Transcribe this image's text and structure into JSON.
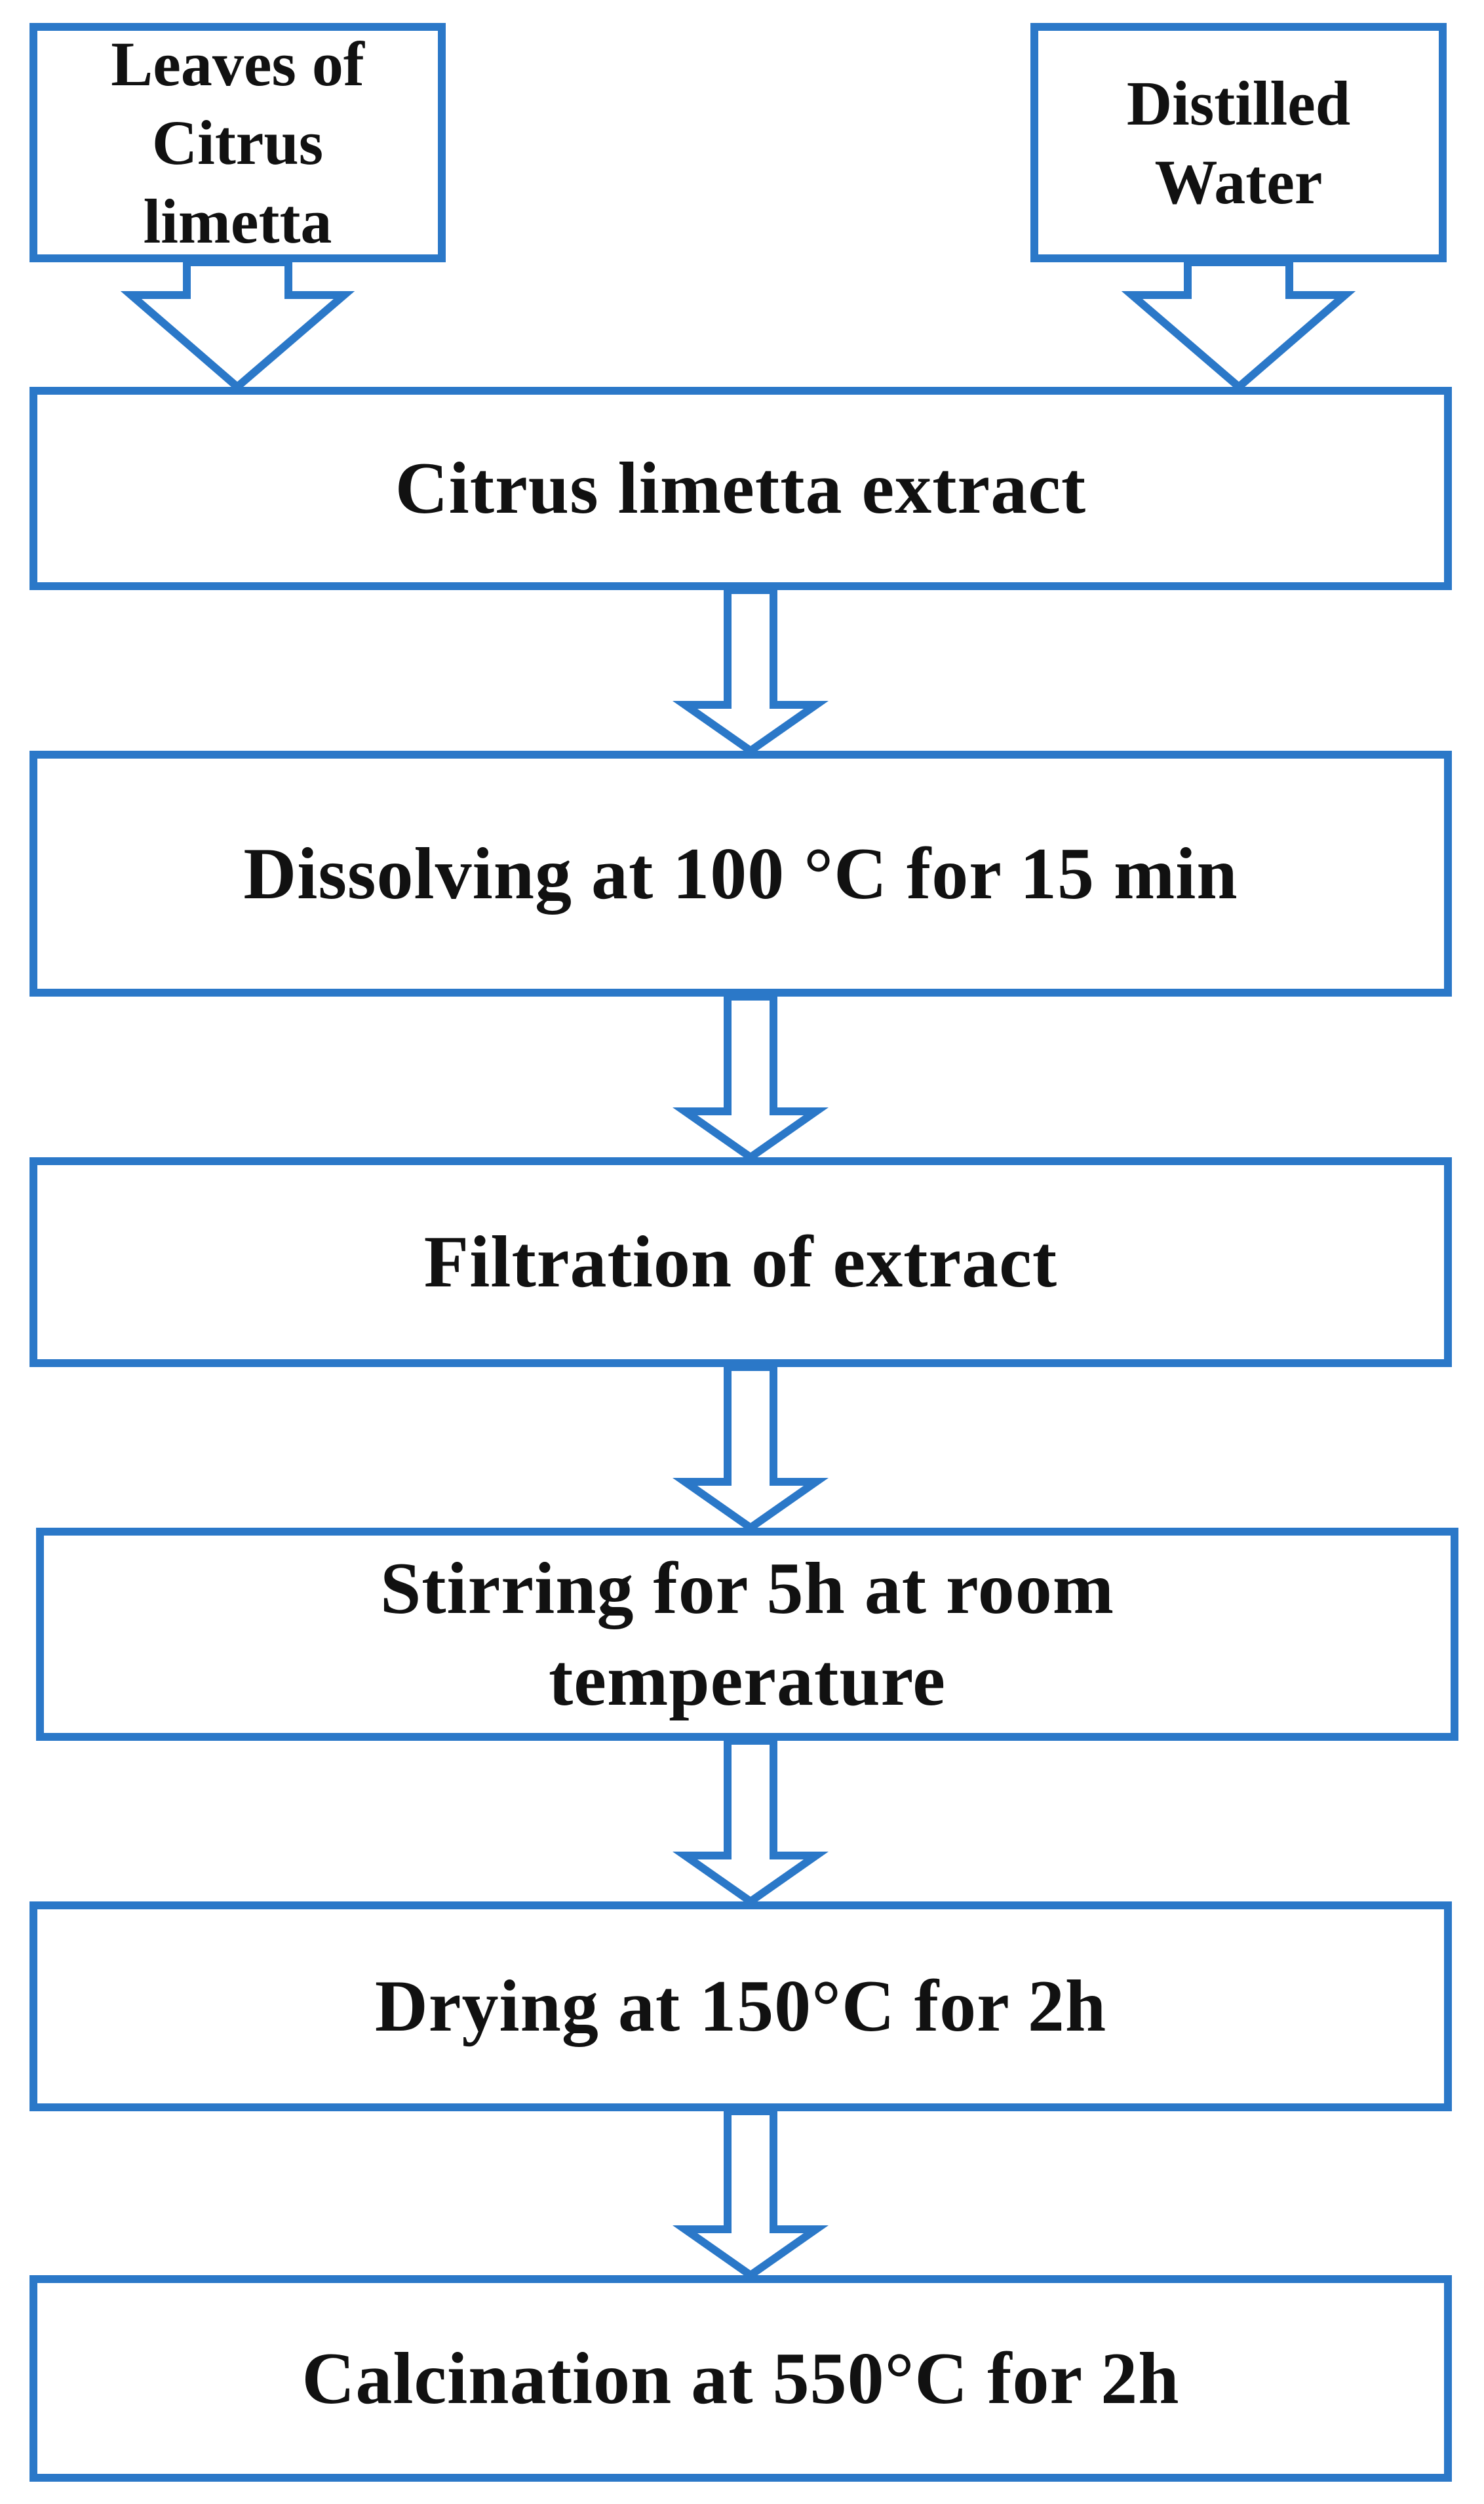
{
  "colors": {
    "box_border": "#2b78c8",
    "arrow_stroke": "#2b78c8",
    "arrow_fill": "#ffffff",
    "text": "#111111",
    "background": "#ffffff"
  },
  "inputs": {
    "left": "Leaves of\nCitrus\nlimetta",
    "right": "Distilled\nWater"
  },
  "steps": [
    "Citrus limetta extract",
    "Dissolving at 100 °C for 15 min",
    "Filtration of extract",
    "Stirring for 5h at room\ntemperature",
    "Drying at 150°C for 2h",
    "Calcination at 550°C for 2h"
  ]
}
